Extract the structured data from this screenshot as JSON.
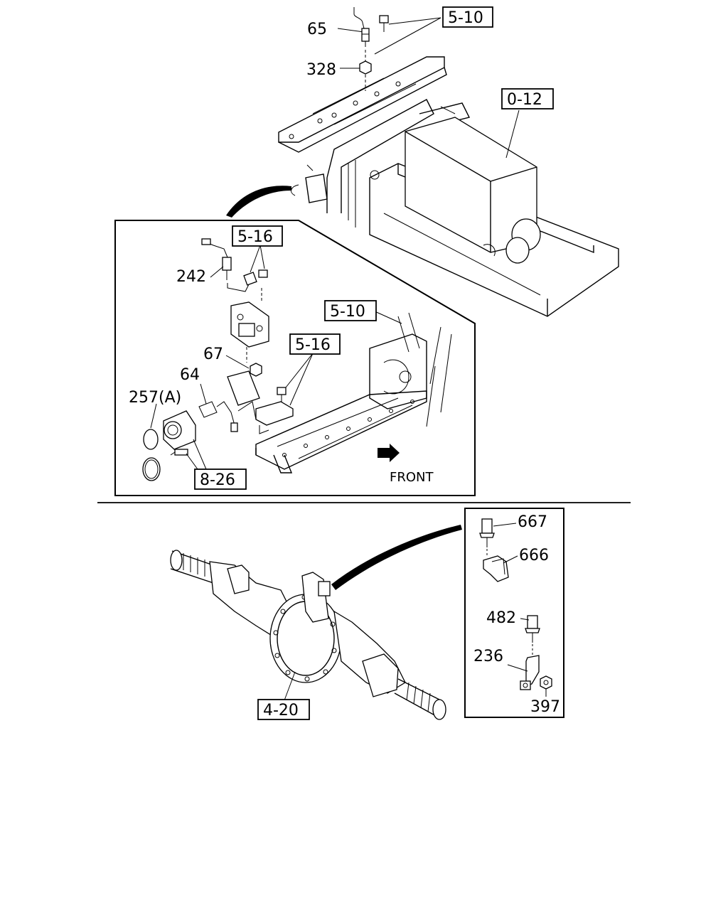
{
  "part_labels": {
    "p65": "65",
    "p328": "328",
    "p242": "242",
    "p67": "67",
    "p64": "64",
    "p257a": "257(A)",
    "p667": "667",
    "p666": "666",
    "p482": "482",
    "p236": "236",
    "p397": "397"
  },
  "reference_labels": {
    "r5_10_top": "5-10",
    "r0_12": "0-12",
    "r5_16_a": "5-16",
    "r5_10_inset": "5-10",
    "r5_16_b": "5-16",
    "r8_26": "8-26",
    "r4_20": "4-20"
  },
  "direction_label": "FRONT"
}
